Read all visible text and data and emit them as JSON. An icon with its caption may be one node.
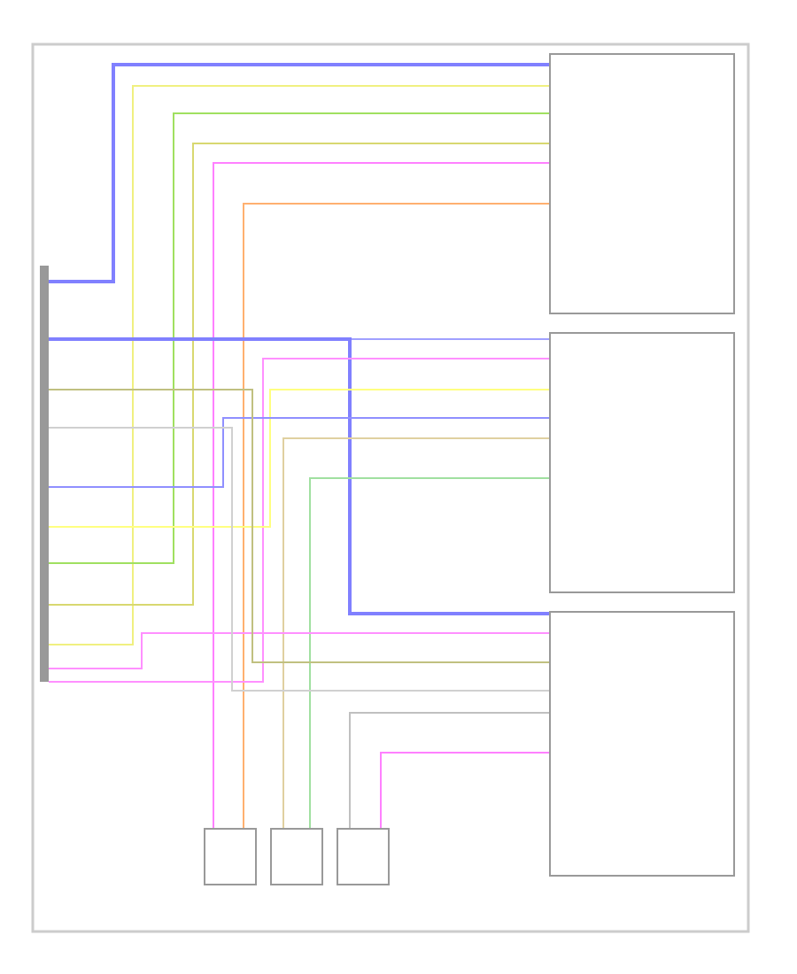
{
  "diagram": {
    "nodes": [
      {
        "text": [],
        "shape": "bar"
      },
      {
        "text": [],
        "shape": "box"
      },
      {
        "text": [],
        "shape": "box"
      },
      {
        "text": [],
        "shape": "box"
      },
      {
        "text": [],
        "shape": "box"
      },
      {
        "text": [],
        "shape": "box"
      },
      {
        "text": [],
        "shape": "box"
      }
    ],
    "edges": [
      {
        "from": 0,
        "to": 1,
        "arrow": "none",
        "style": "thick",
        "color": "#8080ff"
      },
      {
        "from": 0,
        "to": 1,
        "arrow": "none",
        "color": "#f0f080"
      },
      {
        "from": 0,
        "to": 1,
        "arrow": "none",
        "color": "#a0e060"
      },
      {
        "from": 0,
        "to": 1,
        "arrow": "none",
        "color": "#d8d870"
      },
      {
        "from": 4,
        "to": 1,
        "arrow": "none",
        "color": "#ff80ff"
      },
      {
        "from": 4,
        "to": 1,
        "arrow": "none",
        "color": "#ffb070"
      },
      {
        "from": 0,
        "to": 2,
        "arrow": "none",
        "color": "#a0a0ff"
      },
      {
        "from": 0,
        "to": 3,
        "arrow": "none",
        "style": "thick",
        "color": "#8080ff"
      },
      {
        "from": 0,
        "to": 2,
        "arrow": "none",
        "color": "#ff90ff"
      },
      {
        "from": 0,
        "to": 2,
        "arrow": "none",
        "color": "#ffff80"
      },
      {
        "from": 0,
        "to": 2,
        "arrow": "none",
        "color": "#9090ff"
      },
      {
        "from": 5,
        "to": 2,
        "arrow": "none",
        "color": "#e0d0a0"
      },
      {
        "from": 5,
        "to": 2,
        "arrow": "none",
        "color": "#a0e0a0"
      },
      {
        "from": 0,
        "to": 3,
        "arrow": "none",
        "color": "#ff90ff"
      },
      {
        "from": 0,
        "to": 3,
        "arrow": "none",
        "color": "#c0c080"
      },
      {
        "from": 0,
        "to": 3,
        "arrow": "none",
        "color": "#d0d0d0"
      },
      {
        "from": 6,
        "to": 3,
        "arrow": "none",
        "color": "#c0c0c0"
      },
      {
        "from": 6,
        "to": 3,
        "arrow": "none",
        "color": "#ff80ff"
      }
    ]
  }
}
